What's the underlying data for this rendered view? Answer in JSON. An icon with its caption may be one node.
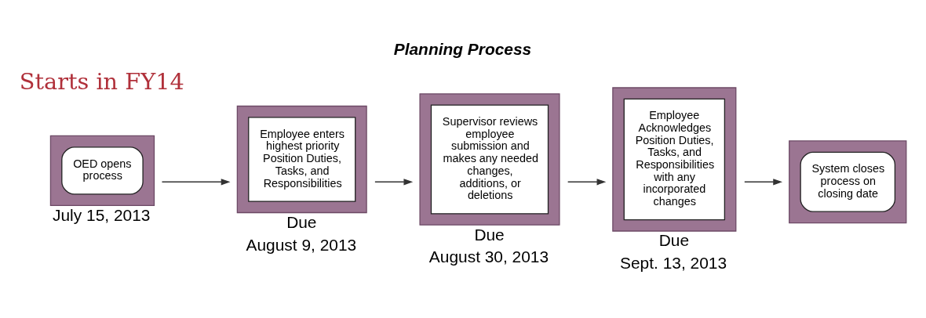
{
  "diagram": {
    "title": "Planning Process",
    "nodes": [
      {
        "text": [
          "OED opens process"
        ],
        "beside": [
          "July 15, 2013"
        ]
      },
      {
        "text": [
          "Employee enters highest priority Position Duties, Tasks, and Responsibilities"
        ],
        "beside": [
          "Due",
          "August 9, 2013"
        ]
      },
      {
        "text": [
          "Supervisor reviews employee submission and makes any needed changes, additions, or deletions"
        ],
        "beside": [
          "Due",
          "August 30, 2013"
        ]
      },
      {
        "text": [
          "Employee Acknowledges Position Duties, Tasks, and Responsibilities with any incorporated changes"
        ],
        "beside": [
          "Due",
          "Sept. 13, 2013"
        ]
      },
      {
        "text": [
          "System closes process on closing date"
        ]
      }
    ],
    "edges": [
      {
        "from": 0,
        "to": 1,
        "arrow": "to"
      },
      {
        "from": 1,
        "to": 2,
        "arrow": "to"
      },
      {
        "from": 2,
        "to": 3,
        "arrow": "to"
      },
      {
        "from": 3,
        "to": 4,
        "arrow": "to"
      }
    ],
    "labels": [
      "Starts in FY14"
    ]
  }
}
